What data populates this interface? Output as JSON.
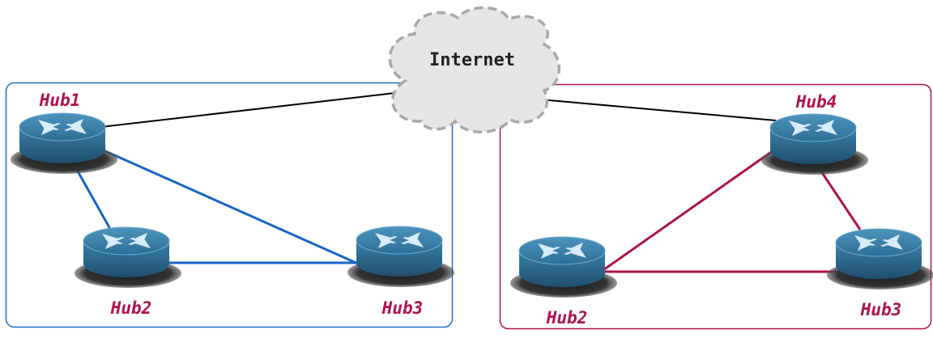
{
  "colors": {
    "left_group_border": "#1f6fd0",
    "right_group_border": "#b0124e",
    "left_links": "#1565c8",
    "right_links": "#b0124e",
    "internet_links": "#000000",
    "label_color": "#b0124e",
    "router_body": "#2e6d92",
    "cloud_fill": "#e6e6e6",
    "cloud_border": "#a8a8a8"
  },
  "internet": {
    "label": "Internet",
    "icon": "cloud-icon"
  },
  "left_group": {
    "hubs": [
      {
        "label": "Hub1",
        "icon": "router-icon"
      },
      {
        "label": "Hub2",
        "icon": "router-icon"
      },
      {
        "label": "Hub3",
        "icon": "router-icon"
      }
    ]
  },
  "right_group": {
    "hubs": [
      {
        "label": "Hub4",
        "icon": "router-icon"
      },
      {
        "label": "Hub2",
        "icon": "router-icon"
      },
      {
        "label": "Hub3",
        "icon": "router-icon"
      }
    ]
  }
}
